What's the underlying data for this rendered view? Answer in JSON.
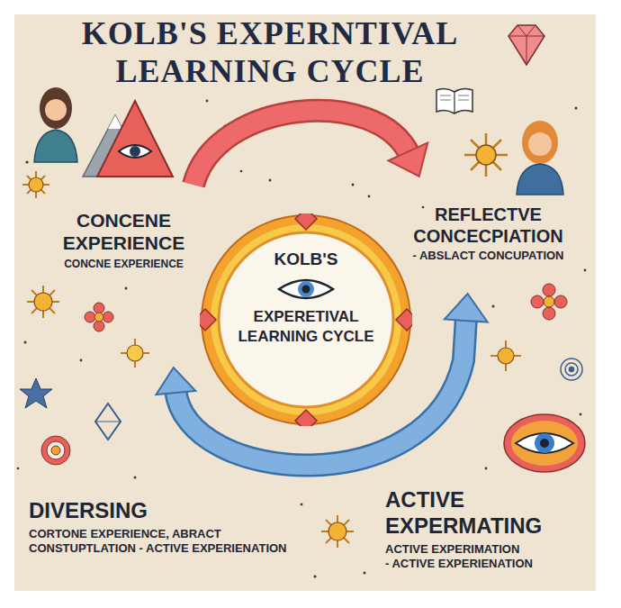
{
  "diagram": {
    "title": "KOLB'S EXPERNTIVAL LEARNING CYCLE",
    "nodes": [
      {
        "text": [
          "KOLB'S",
          "EXPERETIVAL LEARNING CYCLE"
        ]
      }
    ],
    "labels": [
      "CONCENE EXPERIENCE",
      "CONCNE EXPERIENCE",
      "REFLECTVE CONCECPIATION",
      "- ABSLACT CONCUPATION",
      "DIVERSING",
      "CORTONE EXPERIENCE, ABRACT CONSTUPTLATION - ACTIVE EXPERIENATION",
      "ACTIVE EXPERMATING",
      "ACTIVE EXPERIMATION",
      "- ACTIVE EXPERIENATION"
    ]
  }
}
